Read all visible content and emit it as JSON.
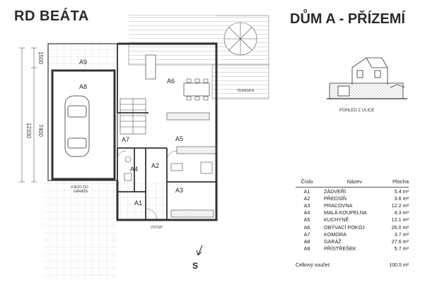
{
  "header": {
    "left_title": "RD BEÁTA",
    "right_title": "DŮM A - PŘÍZEMÍ"
  },
  "plan": {
    "rooms": [
      "A1",
      "A2",
      "A3",
      "A4",
      "A5",
      "A6",
      "A7",
      "A8",
      "A9"
    ],
    "terrace_label": "TERASA A",
    "driveway_label_1": "VJEZD DO",
    "driveway_label_2": "GARÁŽE",
    "entry_label": "VSTUP",
    "dimensions": [
      "1500",
      "7400",
      "12330"
    ],
    "north_letter": "S"
  },
  "elevation": {
    "caption": "POHLED Z ULICE"
  },
  "legend": {
    "headers": [
      "Číslo",
      "Název",
      "Plocha"
    ],
    "rows": [
      [
        "A1",
        "ZÁDVEŘÍ",
        "5.4 m²"
      ],
      [
        "A2",
        "PŘEDSÍŇ",
        "3.6 m²"
      ],
      [
        "A3",
        "PRACOVNA",
        "12.2 m²"
      ],
      [
        "A4",
        "MALÁ KOUPELNA",
        "4.3 m²"
      ],
      [
        "A5",
        "KUCHYNĚ",
        "12.1 m²"
      ],
      [
        "A6",
        "OBÝVACÍ POKOJ",
        "26.0 m²"
      ],
      [
        "A7",
        "KOMORA",
        "3.7 m²"
      ],
      [
        "A8",
        "GARÁŽ",
        "27.6 m²"
      ],
      [
        "A9",
        "PŘÍSTŘEŠEK",
        "5.7 m²"
      ]
    ],
    "total_label": "Celkový součet:",
    "total_value": "100.5 m²"
  },
  "colors": {
    "wall": "#333333",
    "hatch": "#9a9a9a",
    "legend_accent": "#c0392b"
  }
}
